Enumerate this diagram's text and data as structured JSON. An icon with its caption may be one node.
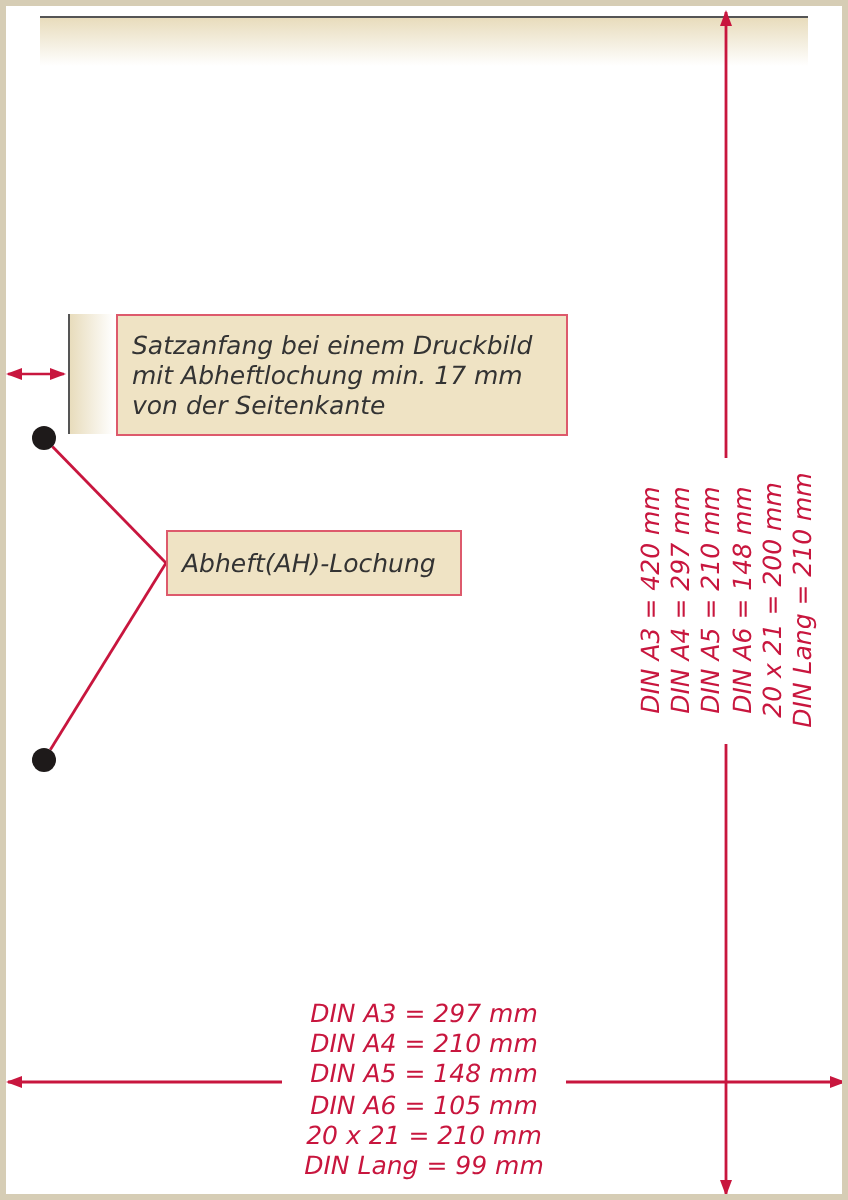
{
  "diagram": {
    "nodes": [
      {
        "text": [
          "Satzanfang bei einem Druckbild mit Abheftlochung min. 17 mm von der Seitenkante"
        ]
      },
      {
        "text": [
          "Abheft(AH)-Lochung"
        ]
      },
      {
        "text": [],
        "shape": "circle"
      },
      {
        "text": [],
        "shape": "circle"
      }
    ],
    "edges": [
      {
        "from": 1,
        "to": 2,
        "arrow": "none"
      },
      {
        "from": 1,
        "to": 3,
        "arrow": "none"
      }
    ],
    "labels": [
      "DIN A3 = 420 mm",
      "DIN A4 = 297 mm",
      "DIN A5 = 210 mm",
      "DIN A6 = 148 mm",
      "20 x 21 = 200 mm",
      "DIN Lang = 210 mm",
      "DIN A3 = 297 mm",
      "DIN A4 = 210 mm",
      "DIN A5 = 148 mm",
      "DIN A6 = 105 mm",
      "20 x 21 = 210 mm",
      "DIN Lang = 99 mm"
    ]
  }
}
